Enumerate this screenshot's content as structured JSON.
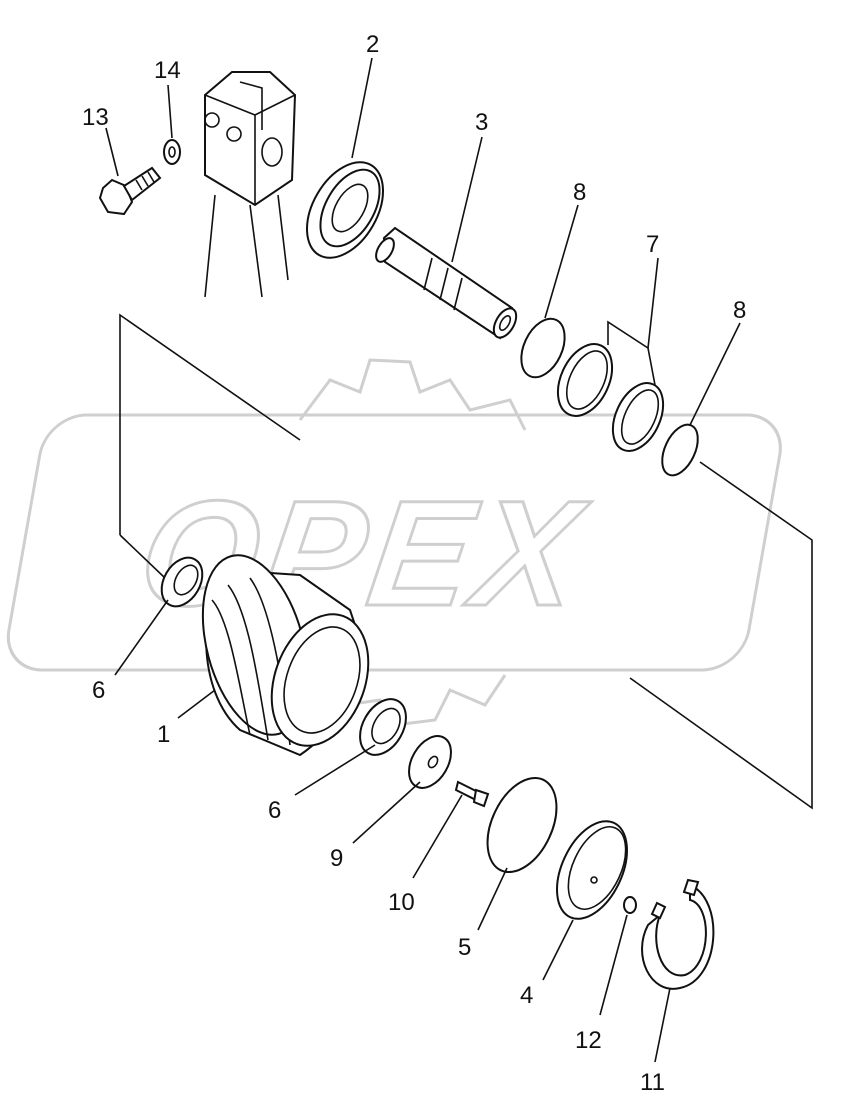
{
  "watermark": {
    "text": "OPEX"
  },
  "callouts": [
    {
      "id": "c1",
      "label": "1"
    },
    {
      "id": "c2",
      "label": "2"
    },
    {
      "id": "c3",
      "label": "3"
    },
    {
      "id": "c4",
      "label": "4"
    },
    {
      "id": "c5",
      "label": "5"
    },
    {
      "id": "c6a",
      "label": "6"
    },
    {
      "id": "c6b",
      "label": "6"
    },
    {
      "id": "c7",
      "label": "7"
    },
    {
      "id": "c8a",
      "label": "8"
    },
    {
      "id": "c8b",
      "label": "8"
    },
    {
      "id": "c9",
      "label": "9"
    },
    {
      "id": "c10",
      "label": "10"
    },
    {
      "id": "c11",
      "label": "11"
    },
    {
      "id": "c12",
      "label": "12"
    },
    {
      "id": "c13",
      "label": "13"
    },
    {
      "id": "c14",
      "label": "14"
    }
  ]
}
